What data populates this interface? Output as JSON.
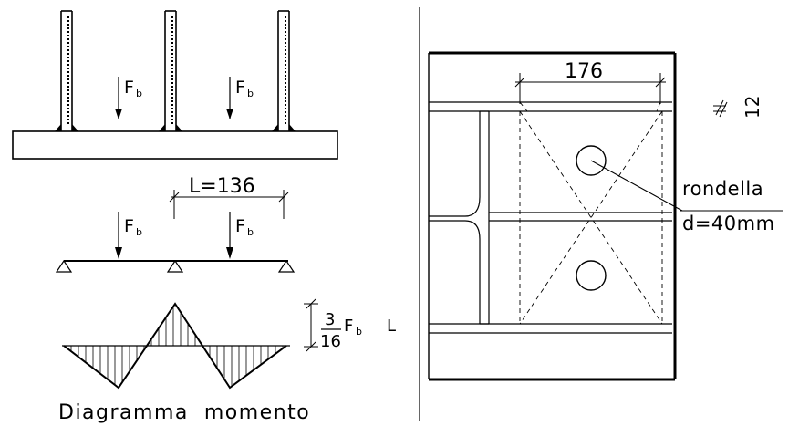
{
  "loads": {
    "top_left": "F",
    "top_right": "F",
    "beam_left": "F",
    "beam_right": "F",
    "subscript": "b"
  },
  "span_dimension": "L=136",
  "moment_label": {
    "numerator": "3",
    "denominator": "16",
    "force": "F",
    "force_subscript": "b",
    "length": "L"
  },
  "diagram_caption": "Diagramma  momento",
  "plate_width_dimension": "176",
  "thickness_dimension": "12",
  "washer_label": {
    "name": "rondella",
    "diameter": "d=40mm"
  }
}
